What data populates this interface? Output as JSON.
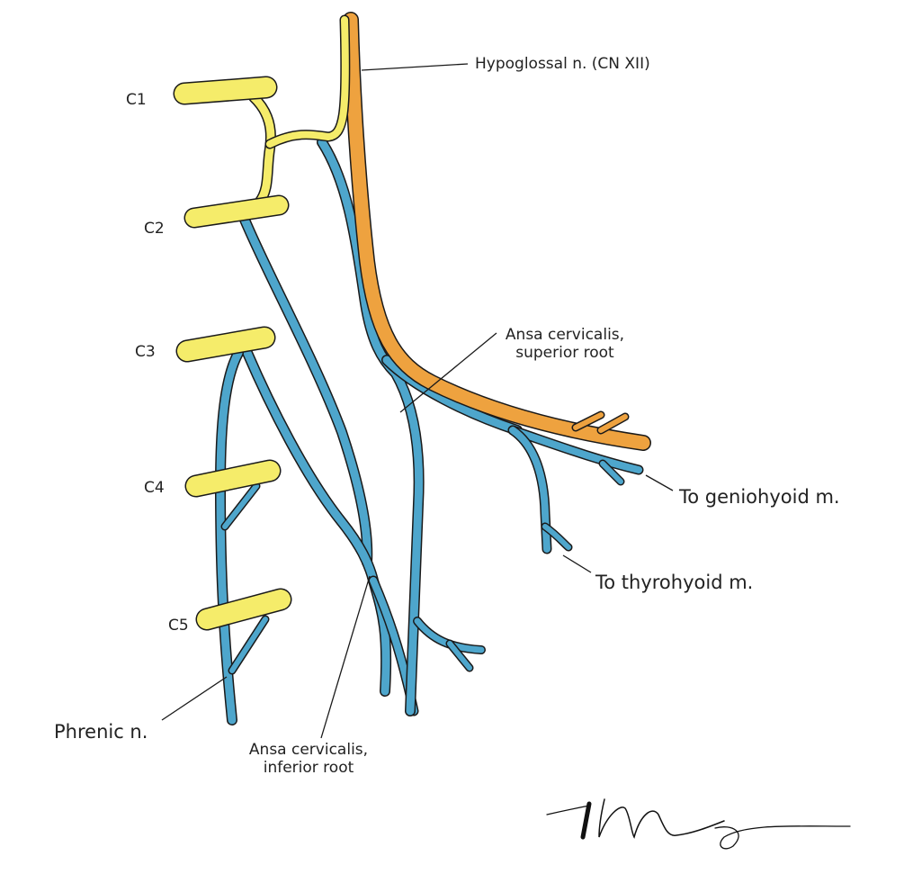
{
  "colors": {
    "spinal": "#f5ec6a",
    "hypoglossal": "#eea23f",
    "ansa": "#4ea6cc",
    "outline": "#1a1a1a"
  },
  "labels": {
    "c1": "C1",
    "c2": "C2",
    "c3": "C3",
    "c4": "C4",
    "c5": "C5",
    "hypoglossal": "Hypoglossal n. (CN XII)",
    "superior_root_1": "Ansa cervicalis,",
    "superior_root_2": "superior root",
    "geniohyoid": "To geniohyoid m.",
    "thyrohyoid": "To thyrohyoid m.",
    "phrenic": "Phrenic n.",
    "inferior_root_1": "Ansa cervicalis,",
    "inferior_root_2": "inferior root"
  },
  "signature": "M"
}
